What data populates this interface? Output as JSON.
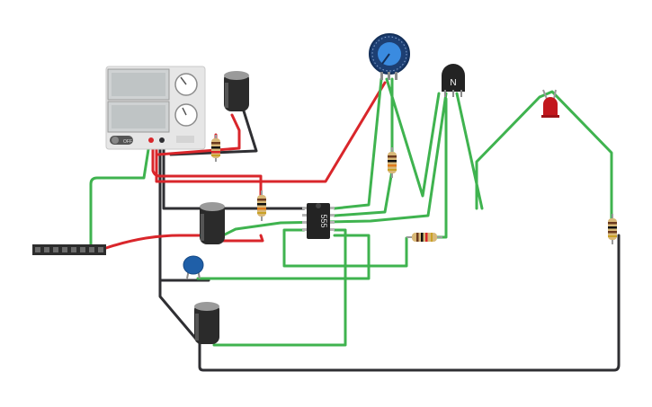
{
  "canvas": {
    "background": "#ffffff"
  },
  "wire_colors": {
    "green": "#3fb34f",
    "red": "#d9262b",
    "black": "#2f2f33"
  },
  "power_supply": {
    "switch_label": "OFF",
    "knob1_marks": "",
    "knob2_marks": ""
  },
  "ic": {
    "label": "555"
  },
  "transistor": {
    "label": "N"
  },
  "led": {
    "color": "#c2171d"
  },
  "components": [
    "power-supply",
    "potentiometer",
    "npn-transistor",
    "red-led",
    "timer-ic-555",
    "electrolytic-capacitor",
    "ceramic-capacitor",
    "resistor",
    "pin-header"
  ]
}
